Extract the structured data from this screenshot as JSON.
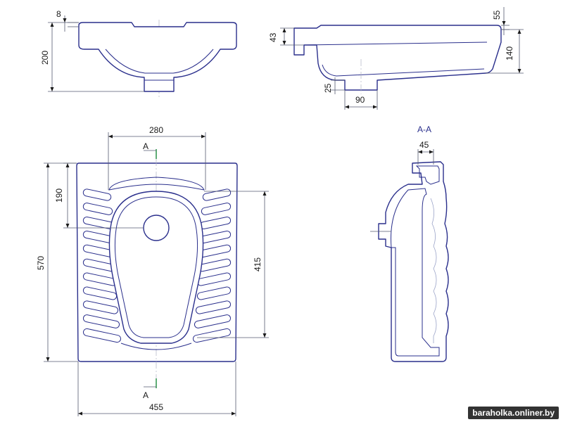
{
  "dimensions": {
    "top_rim": "8",
    "top_height": "200",
    "side_rim_depth": "43",
    "side_top_offset": "55",
    "side_height": "140",
    "outlet_length": "25",
    "outlet_width": "90",
    "bowl_width": "280",
    "bowl_offset": "190",
    "overall_length": "570",
    "inner_length": "415",
    "overall_width": "455",
    "section_rim": "45"
  },
  "section": {
    "marker": "A",
    "title": "A-A"
  },
  "watermark": "baraholka.onliner.by",
  "colors": {
    "outline": "#2a2f8c",
    "dimension": "#555a70",
    "section_marker": "#1a8a3a"
  }
}
